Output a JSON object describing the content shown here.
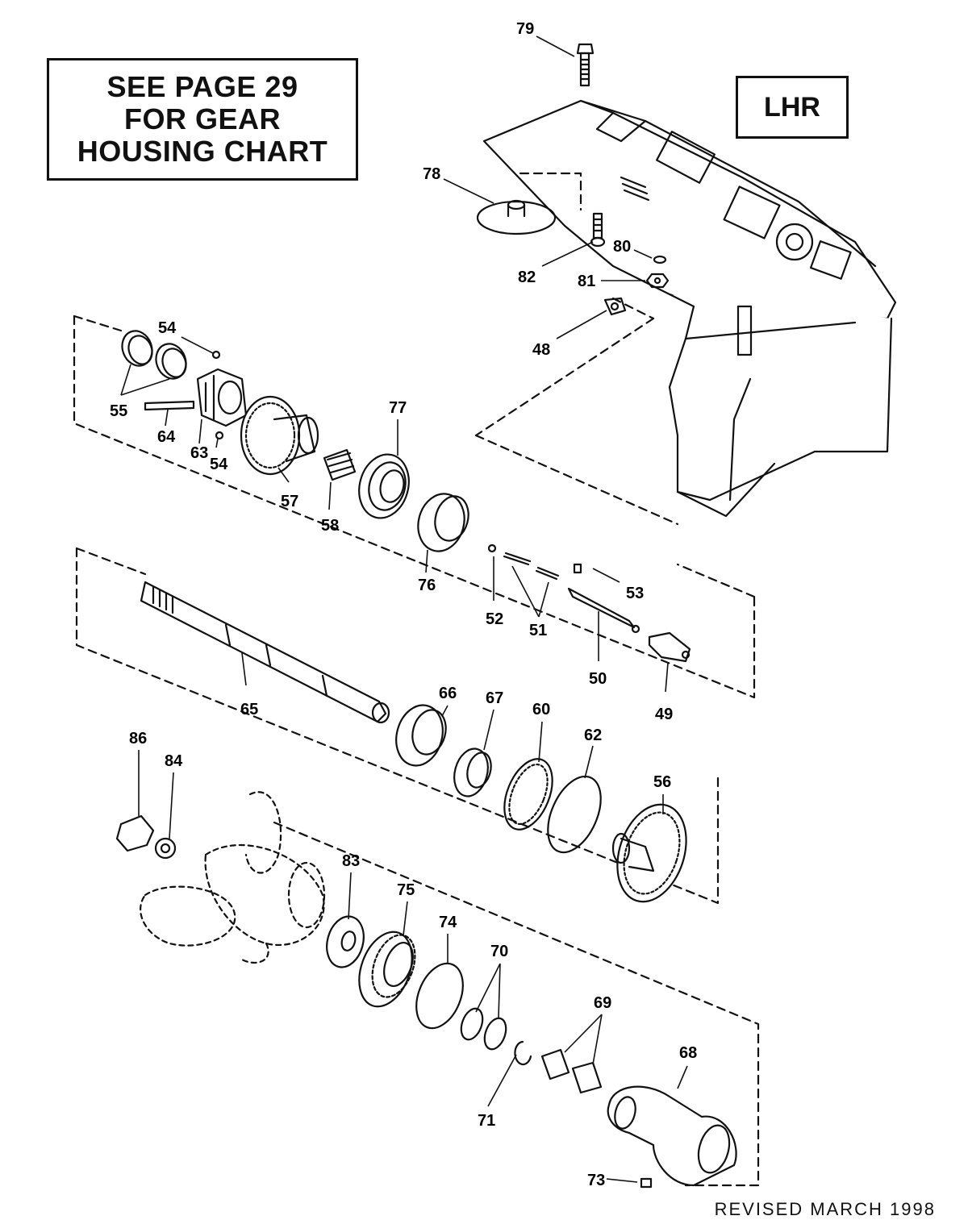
{
  "note": {
    "line1": "SEE PAGE 29",
    "line2": "FOR GEAR",
    "line3": "HOUSING CHART"
  },
  "tag": "LHR",
  "footer": "REVISED MARCH 1998",
  "colors": {
    "ink": "#111111",
    "paper": "#ffffff"
  },
  "parts": [
    {
      "id": "79",
      "label": "79",
      "name": "bolt"
    },
    {
      "id": "78",
      "label": "78",
      "name": "anode-plate"
    },
    {
      "id": "82",
      "label": "82",
      "name": "screw"
    },
    {
      "id": "80",
      "label": "80",
      "name": "washer"
    },
    {
      "id": "81",
      "label": "81",
      "name": "nut"
    },
    {
      "id": "48",
      "label": "48",
      "name": "clip"
    },
    {
      "id": "54a",
      "label": "54",
      "name": "ball"
    },
    {
      "id": "55",
      "label": "55",
      "name": "spring-rings"
    },
    {
      "id": "64",
      "label": "64",
      "name": "pin"
    },
    {
      "id": "63",
      "label": "63",
      "name": "clutch"
    },
    {
      "id": "54b",
      "label": "54",
      "name": "ball"
    },
    {
      "id": "57",
      "label": "57",
      "name": "reverse-gear"
    },
    {
      "id": "58",
      "label": "58",
      "name": "bearing"
    },
    {
      "id": "77",
      "label": "77",
      "name": "ball-bearing"
    },
    {
      "id": "76",
      "label": "76",
      "name": "race"
    },
    {
      "id": "52",
      "label": "52",
      "name": "ball"
    },
    {
      "id": "51",
      "label": "51",
      "name": "springs"
    },
    {
      "id": "53",
      "label": "53",
      "name": "pin"
    },
    {
      "id": "50",
      "label": "50",
      "name": "cam-follower"
    },
    {
      "id": "49",
      "label": "49",
      "name": "shift-cam"
    },
    {
      "id": "65",
      "label": "65",
      "name": "propeller-shaft"
    },
    {
      "id": "66",
      "label": "66",
      "name": "bearing-cup"
    },
    {
      "id": "67",
      "label": "67",
      "name": "needle-bearing"
    },
    {
      "id": "60",
      "label": "60",
      "name": "thrust-bearing"
    },
    {
      "id": "62",
      "label": "62",
      "name": "o-ring"
    },
    {
      "id": "56",
      "label": "56",
      "name": "forward-gear"
    },
    {
      "id": "86",
      "label": "86",
      "name": "propeller-nut"
    },
    {
      "id": "84",
      "label": "84",
      "name": "tab-washer"
    },
    {
      "id": "83",
      "label": "83",
      "name": "thrust-hub"
    },
    {
      "id": "75",
      "label": "75",
      "name": "roller-bearing"
    },
    {
      "id": "74",
      "label": "74",
      "name": "tab-washer"
    },
    {
      "id": "70",
      "label": "70",
      "name": "seals"
    },
    {
      "id": "69",
      "label": "69",
      "name": "needle-bearings"
    },
    {
      "id": "71",
      "label": "71",
      "name": "retaining-ring"
    },
    {
      "id": "68",
      "label": "68",
      "name": "bearing-carrier"
    },
    {
      "id": "73",
      "label": "73",
      "name": "key"
    }
  ]
}
